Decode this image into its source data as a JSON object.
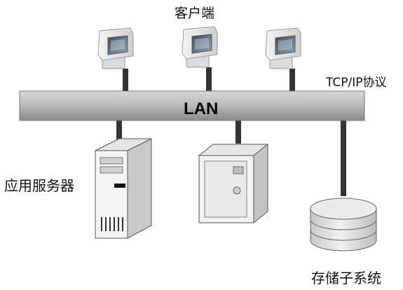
{
  "labels": {
    "clients": "客户端",
    "protocol": "TCP/IP协议",
    "lan": "LAN",
    "app_server": "应用服务器",
    "storage": "存储子系统"
  }
}
